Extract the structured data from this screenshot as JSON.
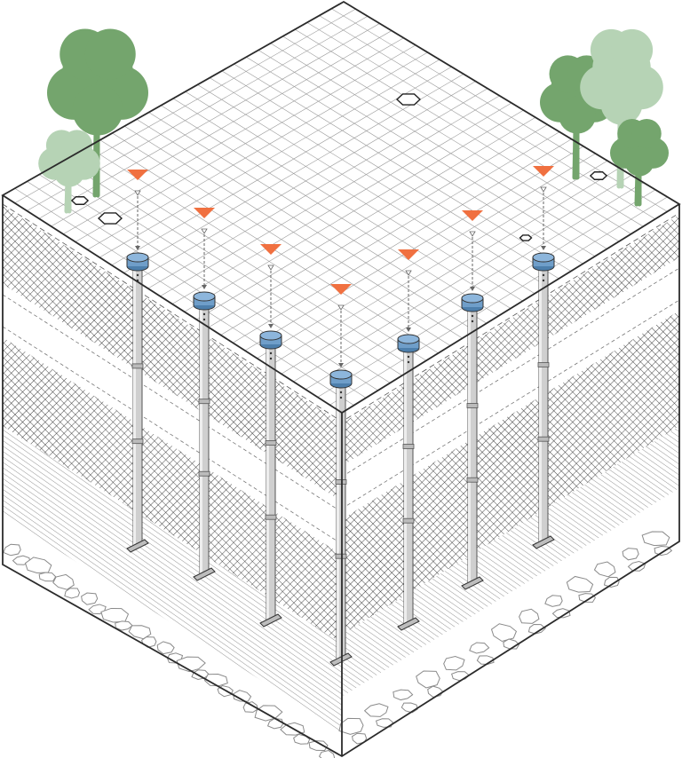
{
  "colors": {
    "background": "#ffffff",
    "outline": "#2b2b2b",
    "grid_line": "#9a9a9a",
    "marker": "#f07040",
    "cap": "#6f9ec9",
    "cap_dark": "#4d7fac",
    "pile": "#cfcfcf",
    "pile_dark": "#8c8c8c",
    "tree_dark": "#74a56d",
    "tree_light": "#b6d3b5",
    "rock_stroke": "#8a8a8a",
    "plate": "#bdbdbd",
    "clay_hatch": "#333333",
    "sand_hatch": "#666666"
  },
  "icons": {
    "survey_marker": "orange-downward-triangle",
    "pile_cap": "blue-cylinder",
    "tree": "deciduous-tree",
    "boulder": "hexagon-outline"
  },
  "scene": {
    "pile_count": 7,
    "soil_layers": [
      "topsoil",
      "clay",
      "sand-band",
      "clay",
      "silty-sand",
      "boulders"
    ]
  }
}
